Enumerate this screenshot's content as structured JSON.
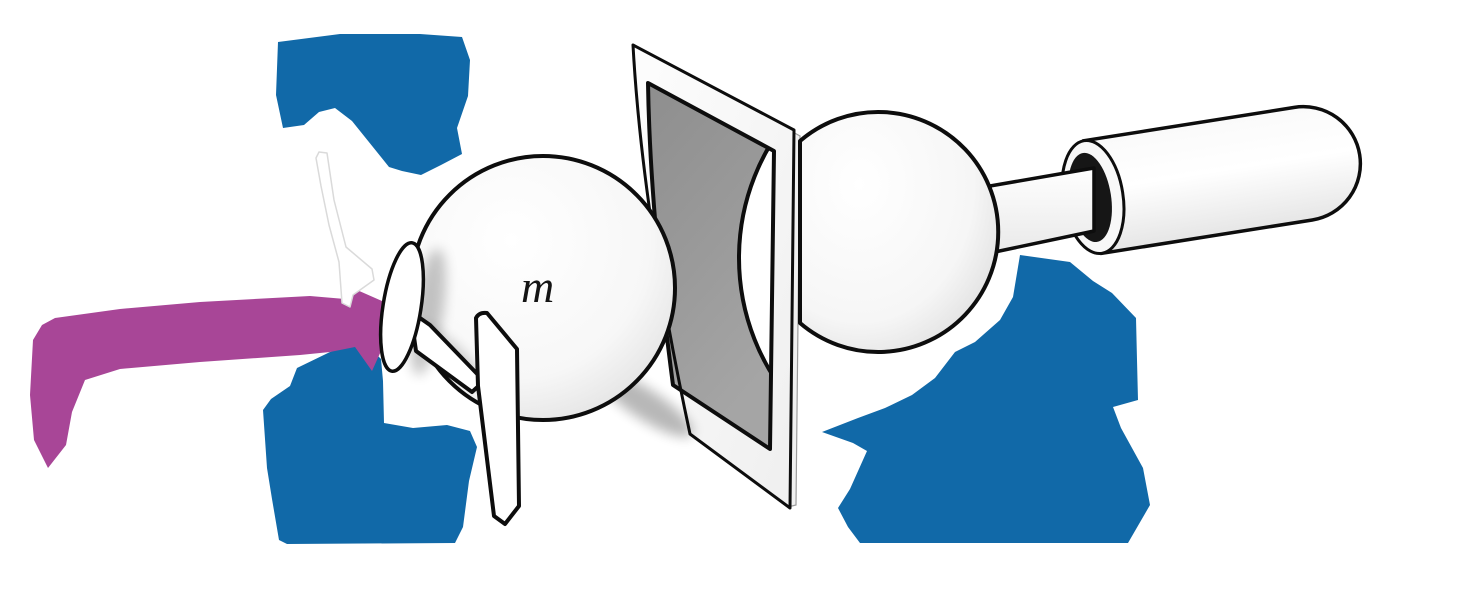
{
  "figure": {
    "type": "physics-apparatus-diagram",
    "mass_label": "m",
    "colors": {
      "blue": "#1169a8",
      "purple": "#a84697",
      "gray_panel": "#9a9a9a",
      "outline": "#0d0d0d",
      "background": "#ffffff"
    },
    "parts": {
      "large_sphere": "large sphere labeled m",
      "small_sphere": "small sphere on piston rod",
      "screen": "gray screen with circular aperture",
      "cylinder": "cylinder with rod (piston)",
      "disk": "small disk on sphere",
      "blades": "thin vibration blades",
      "blue_arrow_top": "thick blue motion arrow (upper left)",
      "blue_arrow_bottom_left": "thick blue motion arrow (lower left)",
      "blue_arrow_bottom_right": "thick blue motion arrow (lower right)",
      "purple_arrow": "bent purple arrow pointing at disk"
    }
  }
}
